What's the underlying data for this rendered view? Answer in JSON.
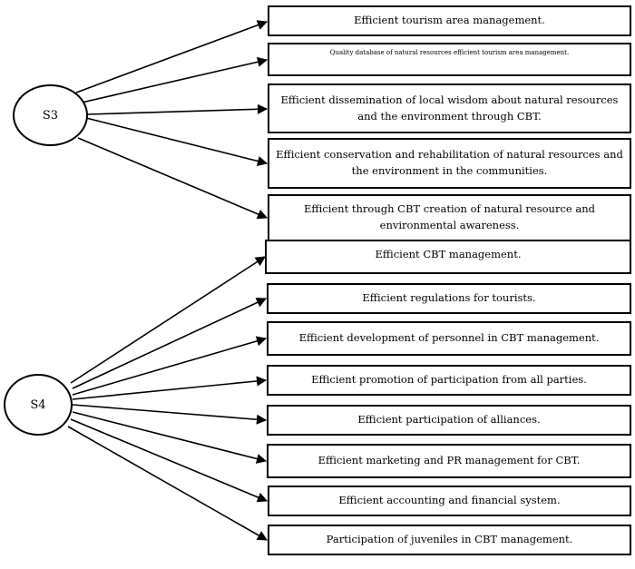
{
  "source_node": {
    "s3": "S3",
    "s4": "S4"
  },
  "outcomes": {
    "s3": [
      "Efficient tourism area management.",
      "Quality database of natural resources efficient tourism area management.",
      "Efficient dissemination of local wisdom about natural resources and the environment through CBT.",
      "Efficient conservation and rehabilitation of natural resources and the environment in the communities.",
      "Efficient through CBT creation of natural resource and environmental awareness."
    ],
    "s4": [
      "Efficient CBT management.",
      "Efficient regulations for tourists.",
      "Efficient development of personnel in CBT management.",
      "Efficient promotion of participation from all parties.",
      "Efficient participation of alliances.",
      "Efficient marketing and PR management for CBT.",
      "Efficient accounting and financial system.",
      "Participation of juveniles in CBT management."
    ]
  },
  "colors": {
    "line": "#000000",
    "background": "#ffffff"
  }
}
